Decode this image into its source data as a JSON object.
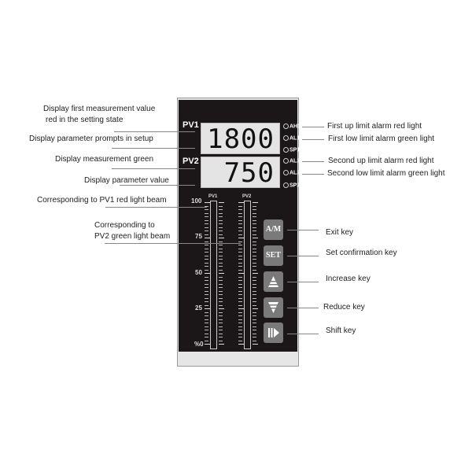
{
  "device": {
    "pv1_label": "PV1",
    "pv2_label": "PV2",
    "pv1_value": "1800",
    "pv2_value": "750",
    "indicators": [
      "AH1",
      "AL1",
      "SP1",
      "AL2",
      "AL2",
      "SP2"
    ],
    "bar_labels": [
      "PV1",
      "PV2"
    ],
    "scale": [
      "100",
      "75",
      "50",
      "25",
      "%0"
    ],
    "buttons": {
      "am": "A/M",
      "set": "SET"
    }
  },
  "left_annotations": {
    "a1": "Display  first measurement value",
    "a1b": "red in the setting state",
    "a2": "Display parameter prompts in setup",
    "a3": "Display measurement green",
    "a4": "Display parameter value",
    "a5": "Corresponding to PV1 red light beam",
    "a6": "Corresponding to",
    "a6b": "PV2 green light beam"
  },
  "right_annotations": {
    "ah1": "First up limit alarm red light",
    "al1": "First low limit alarm green light",
    "al2a": "Second up limit alarm red light",
    "al2b": "Second low limit alarm green light",
    "exit": "Exit key",
    "set": "Set confirmation key",
    "inc": "Increase key",
    "red": "Reduce key",
    "shift": "Shift key"
  }
}
